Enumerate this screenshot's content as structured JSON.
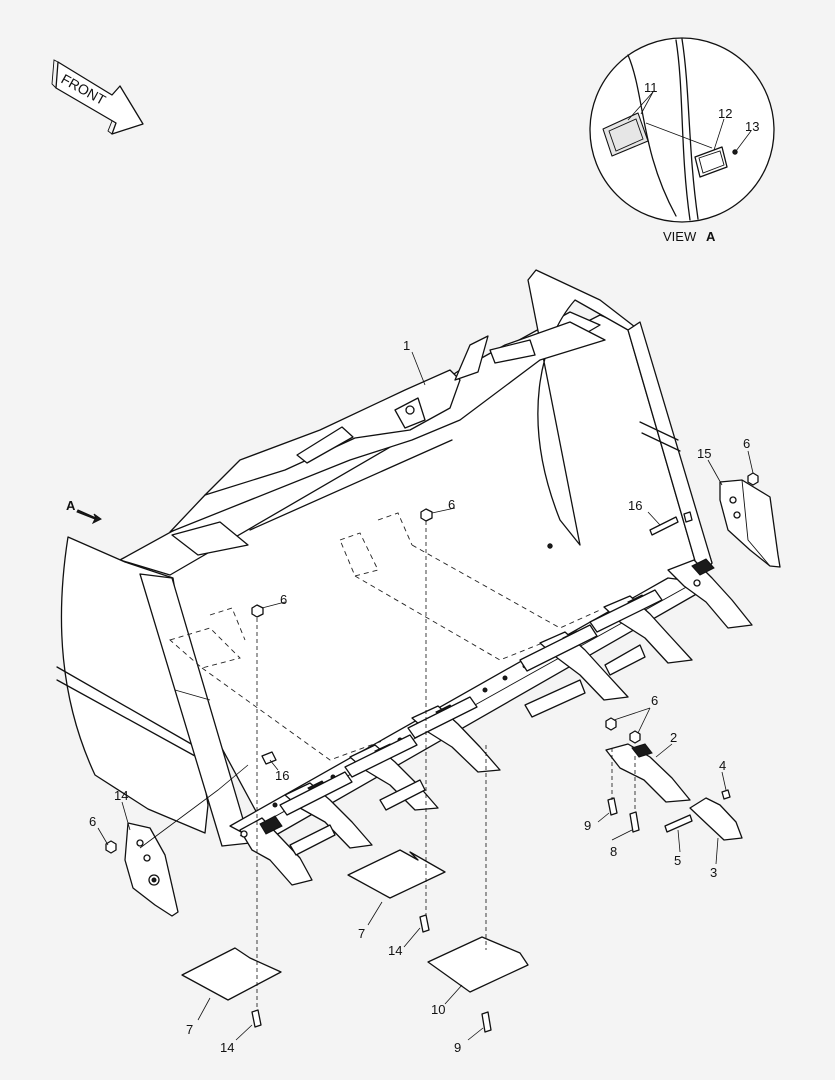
{
  "front_arrow": {
    "text": "FRONT"
  },
  "view_caption": {
    "prefix": "VIEW",
    "letter": "A"
  },
  "view_arrow_label": "A",
  "callouts": {
    "c1": "1",
    "c2": "2",
    "c3": "3",
    "c4": "4",
    "c5": "5",
    "c6a": "6",
    "c6b": "6",
    "c6c": "6",
    "c6d": "6",
    "c6e": "6",
    "c7a": "7",
    "c7b": "7",
    "c8": "8",
    "c9a": "9",
    "c9b": "9",
    "c10": "10",
    "c11": "11",
    "c12": "12",
    "c13": "13",
    "c14a": "14",
    "c14b": "14",
    "c14c": "14",
    "c15": "15",
    "c16a": "16",
    "c16b": "16"
  },
  "colors": {
    "line": "#111111",
    "paper": "#f4f4f4",
    "part_fill": "#ffffff"
  }
}
